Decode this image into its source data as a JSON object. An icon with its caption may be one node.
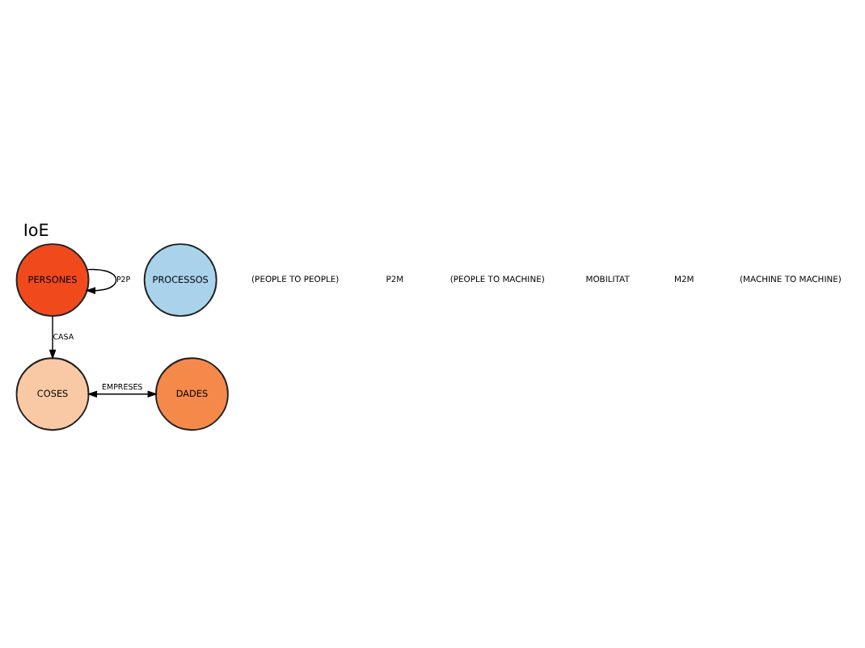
{
  "diagram": {
    "title": "IoE",
    "nodes": [
      {
        "text": [
          "PERSONES"
        ]
      },
      {
        "text": [
          "PROCESSOS"
        ]
      },
      {
        "text": [
          "COSES"
        ]
      },
      {
        "text": [
          "DADES"
        ]
      }
    ],
    "edges": [
      {
        "from": 0,
        "to": 0,
        "arrow": "to",
        "label": "P2P"
      },
      {
        "from": 0,
        "to": 2,
        "arrow": "to",
        "label": "CASA"
      },
      {
        "from": 2,
        "to": 3,
        "arrow": "both",
        "label": "EMPRESES"
      }
    ],
    "labels": [
      "(PEOPLE TO PEOPLE)",
      "P2M",
      "(PEOPLE TO MACHINE)",
      "MOBILITAT",
      "M2M",
      "(MACHINE TO MACHINE)"
    ]
  }
}
